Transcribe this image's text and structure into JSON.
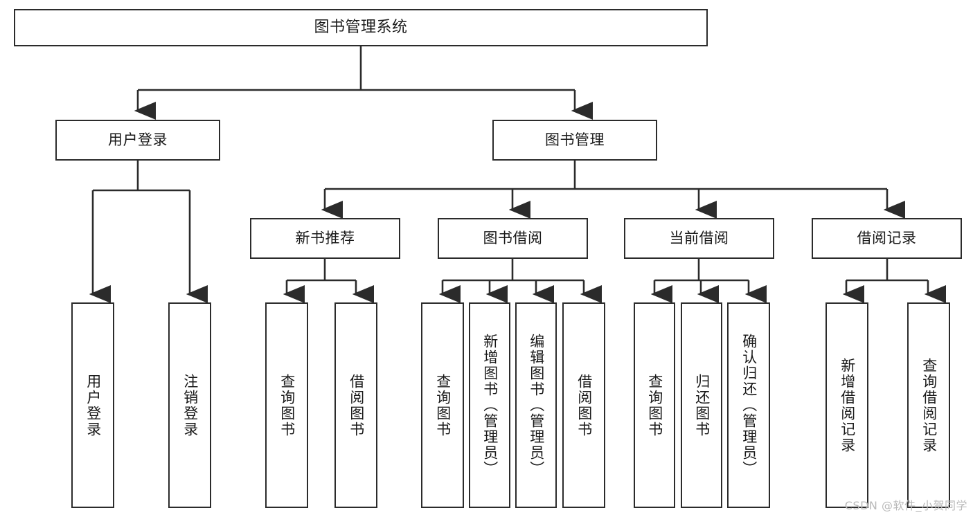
{
  "diagram": {
    "type": "tree-hierarchy",
    "title": "图书管理系统",
    "root": {
      "id": "root",
      "label": "图书管理系统"
    },
    "level2": [
      {
        "id": "user-login",
        "label": "用户登录"
      },
      {
        "id": "book-manage",
        "label": "图书管理"
      }
    ],
    "level3": [
      {
        "id": "new-book-rec",
        "label": "新书推荐",
        "parent": "book-manage"
      },
      {
        "id": "book-borrow",
        "label": "图书借阅",
        "parent": "book-manage"
      },
      {
        "id": "current-borrow",
        "label": "当前借阅",
        "parent": "book-manage"
      },
      {
        "id": "borrow-record",
        "label": "借阅记录",
        "parent": "book-manage"
      }
    ],
    "leaves": [
      {
        "id": "leaf-user-login",
        "label": "用户登录",
        "parent": "user-login"
      },
      {
        "id": "leaf-logout-login",
        "label": "注销登录",
        "parent": "user-login"
      },
      {
        "id": "leaf-query-book-1",
        "label": "查询图书",
        "parent": "new-book-rec"
      },
      {
        "id": "leaf-borrow-book-1",
        "label": "借阅图书",
        "parent": "new-book-rec"
      },
      {
        "id": "leaf-query-book-2",
        "label": "查询图书",
        "parent": "book-borrow"
      },
      {
        "id": "leaf-add-book",
        "label": "新增图书（管理员）",
        "parent": "book-borrow"
      },
      {
        "id": "leaf-edit-book",
        "label": "编辑图书（管理员）",
        "parent": "book-borrow"
      },
      {
        "id": "leaf-borrow-book-2",
        "label": "借阅图书",
        "parent": "book-borrow"
      },
      {
        "id": "leaf-query-book-3",
        "label": "查询图书",
        "parent": "current-borrow"
      },
      {
        "id": "leaf-return-book",
        "label": "归还图书",
        "parent": "current-borrow"
      },
      {
        "id": "leaf-confirm-return",
        "label": "确认归还（管理员）",
        "parent": "current-borrow"
      },
      {
        "id": "leaf-add-record",
        "label": "新增借阅记录",
        "parent": "borrow-record"
      },
      {
        "id": "leaf-query-record",
        "label": "查询借阅记录",
        "parent": "borrow-record"
      }
    ],
    "colors": {
      "box_border": "#2b2b2b",
      "box_fill": "#ffffff",
      "edge": "#2b2b2b",
      "text": "#1a1a1a",
      "watermark": "#b9b9b9",
      "background": "#ffffff"
    }
  },
  "watermark": {
    "text": "CSDN @软件_小贺同学"
  }
}
